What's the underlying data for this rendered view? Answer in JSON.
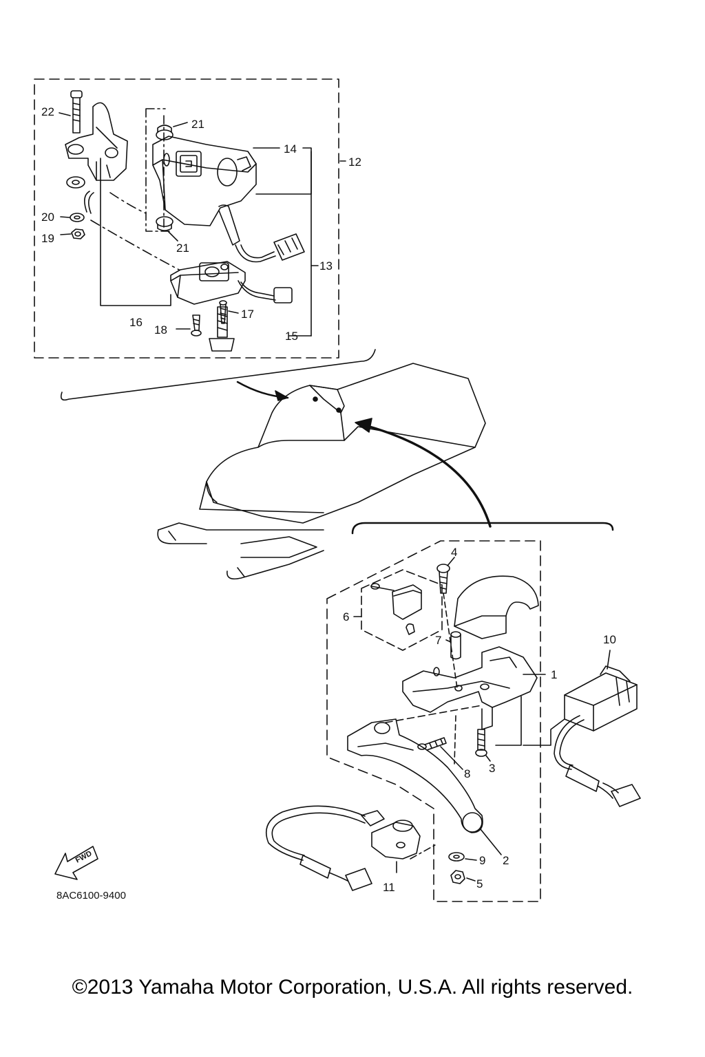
{
  "callouts": {
    "c1": "1",
    "c2": "2",
    "c3": "3",
    "c4": "4",
    "c5": "5",
    "c6": "6",
    "c7": "7",
    "c8": "8",
    "c9": "9",
    "c10": "10",
    "c11": "11",
    "c12": "12",
    "c13": "13",
    "c14": "14",
    "c15": "15",
    "c16": "16",
    "c17": "17",
    "c18": "18",
    "c19": "19",
    "c20": "20",
    "c21a": "21",
    "c21b": "21",
    "c22": "22"
  },
  "fwd_label": "FWD",
  "drawing_code": "8AC6100-9400",
  "copyright": "©2013 Yamaha Motor Corporation, U.S.A. All rights reserved.",
  "colors": {
    "line": "#111111",
    "background": "#ffffff"
  }
}
